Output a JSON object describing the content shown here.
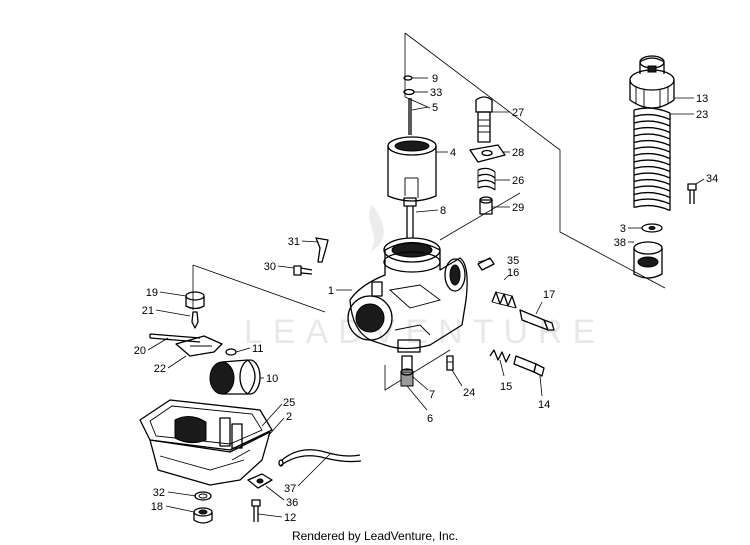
{
  "watermark": {
    "text": "LEADVENTURE"
  },
  "footer": {
    "text": "Rendered by LeadVenture, Inc."
  },
  "callouts": [
    {
      "id": "9",
      "label": "9"
    },
    {
      "id": "33",
      "label": "33"
    },
    {
      "id": "5",
      "label": "5"
    },
    {
      "id": "4",
      "label": "4"
    },
    {
      "id": "8",
      "label": "8"
    },
    {
      "id": "27",
      "label": "27"
    },
    {
      "id": "28",
      "label": "28"
    },
    {
      "id": "26",
      "label": "26"
    },
    {
      "id": "29",
      "label": "29"
    },
    {
      "id": "13",
      "label": "13"
    },
    {
      "id": "23",
      "label": "23"
    },
    {
      "id": "34",
      "label": "34"
    },
    {
      "id": "3",
      "label": "3"
    },
    {
      "id": "38",
      "label": "38"
    },
    {
      "id": "31",
      "label": "31"
    },
    {
      "id": "30",
      "label": "30"
    },
    {
      "id": "35",
      "label": "35"
    },
    {
      "id": "16",
      "label": "16"
    },
    {
      "id": "17",
      "label": "17"
    },
    {
      "id": "1",
      "label": "1"
    },
    {
      "id": "19",
      "label": "19"
    },
    {
      "id": "21",
      "label": "21"
    },
    {
      "id": "20",
      "label": "20"
    },
    {
      "id": "22",
      "label": "22"
    },
    {
      "id": "11",
      "label": "11"
    },
    {
      "id": "10",
      "label": "10"
    },
    {
      "id": "7",
      "label": "7"
    },
    {
      "id": "24",
      "label": "24"
    },
    {
      "id": "15",
      "label": "15"
    },
    {
      "id": "14",
      "label": "14"
    },
    {
      "id": "6",
      "label": "6"
    },
    {
      "id": "25",
      "label": "25"
    },
    {
      "id": "2",
      "label": "2"
    },
    {
      "id": "37",
      "label": "37"
    },
    {
      "id": "32",
      "label": "32"
    },
    {
      "id": "18",
      "label": "18"
    },
    {
      "id": "36",
      "label": "36"
    },
    {
      "id": "12",
      "label": "12"
    }
  ]
}
